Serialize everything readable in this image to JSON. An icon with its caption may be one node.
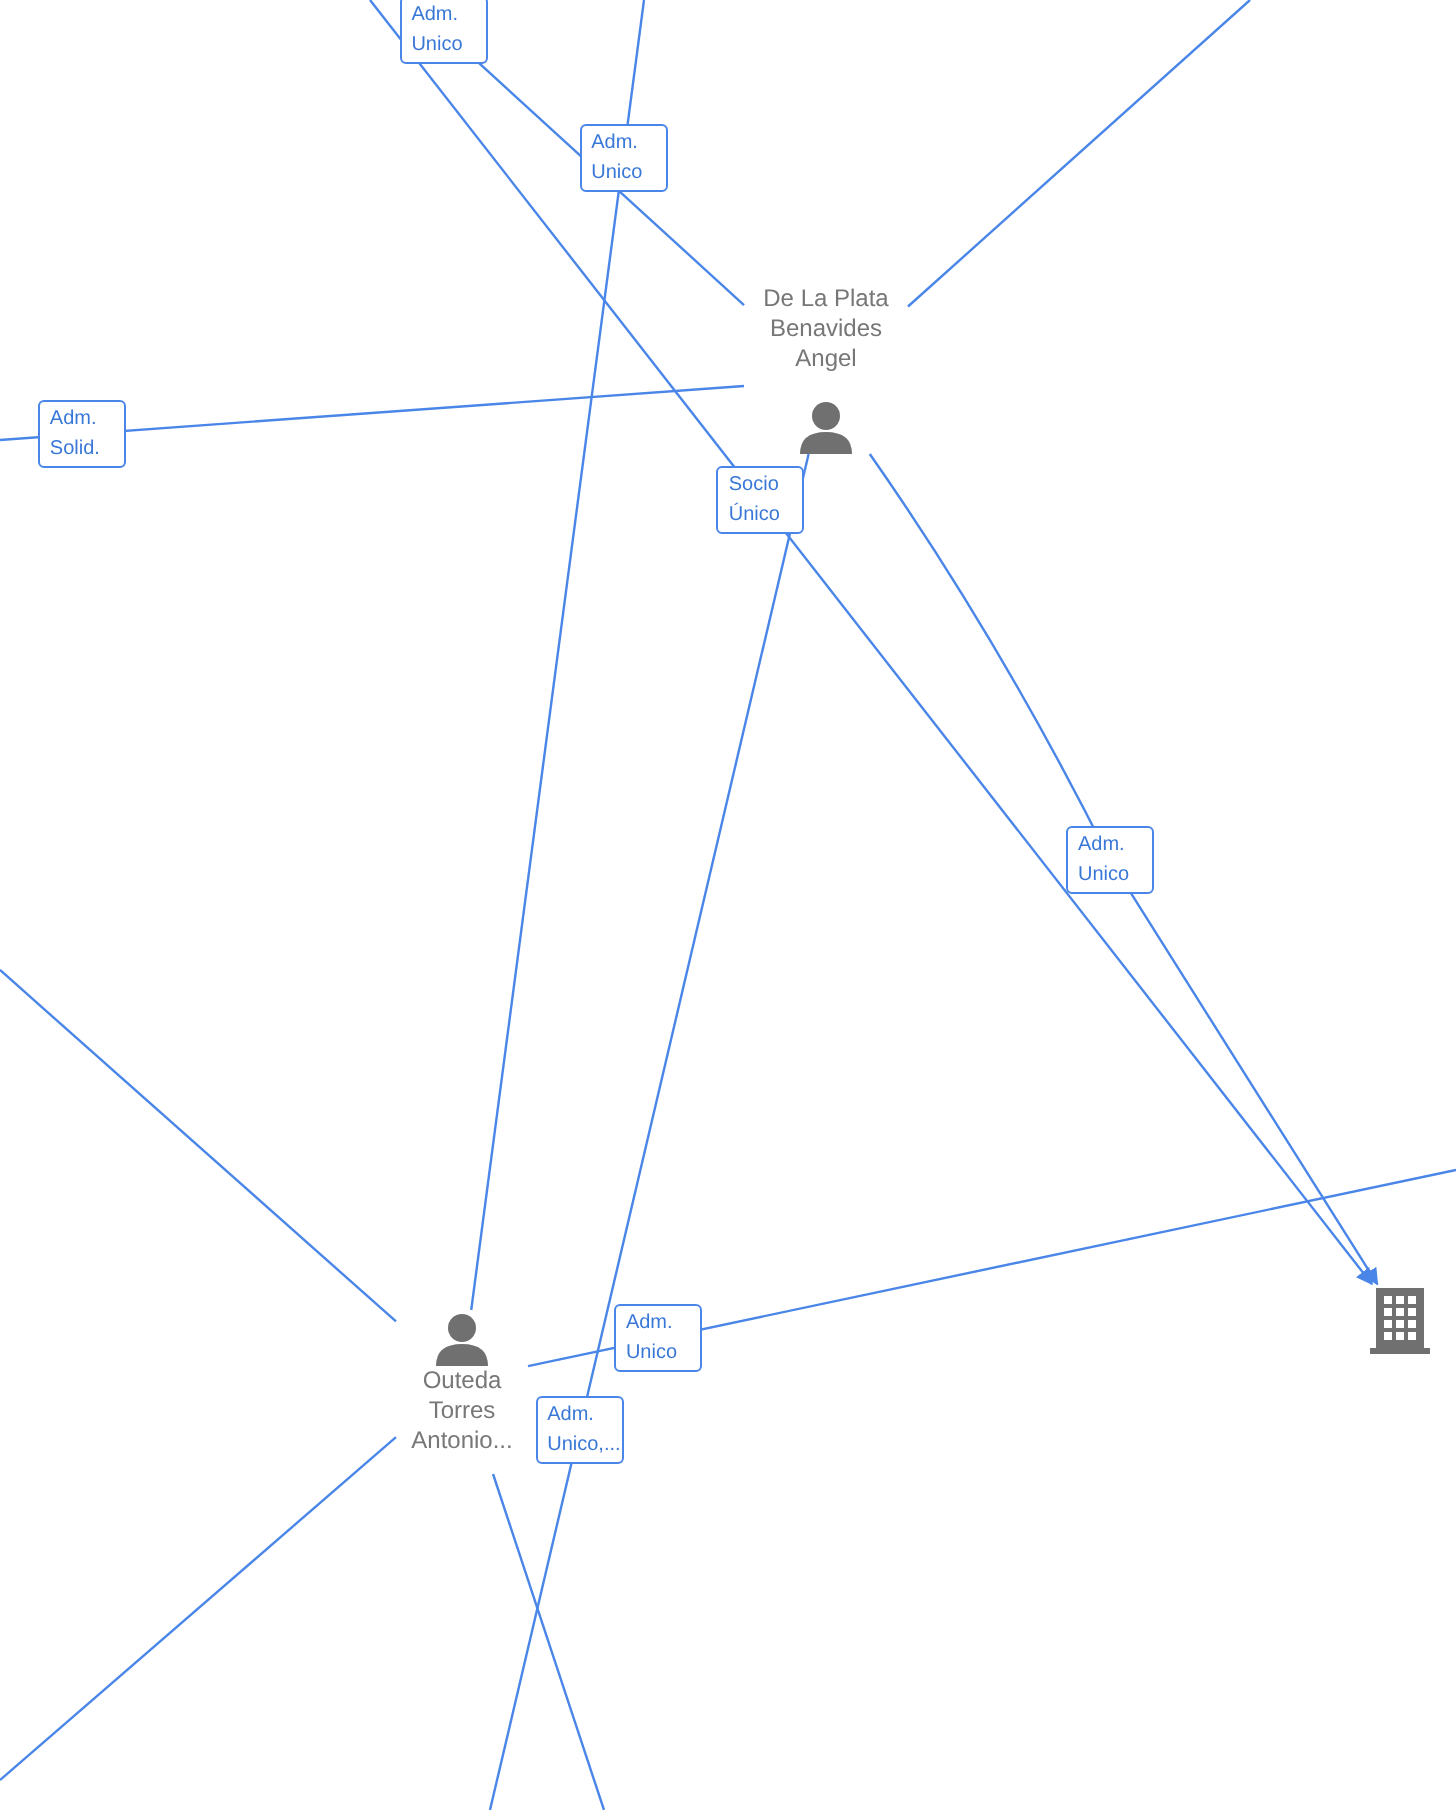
{
  "diagram": {
    "nodes": [
      {
        "text": [
          "De La Plata Benavides Angel"
        ]
      },
      {
        "text": [
          "Outeda Torres Antonio..."
        ]
      },
      {
        "text": [],
        "shape": "building"
      }
    ],
    "edges": [
      {
        "from": null,
        "to": 0,
        "arrow": "none",
        "label": "Adm. Unico"
      },
      {
        "from": null,
        "to": 1,
        "arrow": "none",
        "label": "Adm. Unico"
      },
      {
        "from": 0,
        "to": null,
        "arrow": "none"
      },
      {
        "from": null,
        "to": 0,
        "arrow": "none",
        "label": "Adm. Solid."
      },
      {
        "from": null,
        "to": 2,
        "arrow": "to",
        "label": "Socio Único"
      },
      {
        "from": 0,
        "to": 2,
        "arrow": "to",
        "label": "Adm. Unico"
      },
      {
        "from": 1,
        "to": null,
        "arrow": "none",
        "label": "Adm. Unico"
      },
      {
        "from": 0,
        "to": null,
        "arrow": "none",
        "label": "Adm. Unico,..."
      },
      {
        "from": 1,
        "to": null,
        "arrow": "none"
      },
      {
        "from": 1,
        "to": null,
        "arrow": "none"
      },
      {
        "from": 1,
        "to": null,
        "arrow": "none"
      }
    ]
  }
}
